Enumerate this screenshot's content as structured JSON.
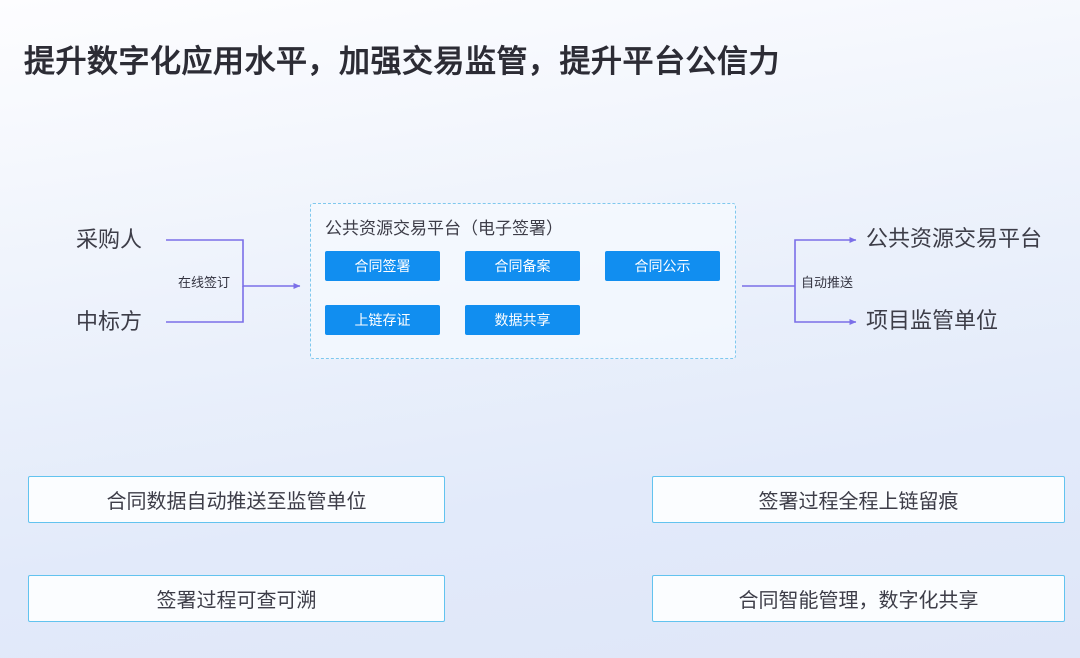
{
  "slide": {
    "title": "提升数字化应用水平，加强交易监管，提升平台公信力",
    "background_top_color": "#fdfdff",
    "background_bottom_color": "#dfe6f8"
  },
  "diagram": {
    "connector_color": "#7b6fe8",
    "inputs": [
      {
        "label": "采购人"
      },
      {
        "label": "中标方"
      }
    ],
    "input_edge_caption": "在线签订",
    "panel": {
      "title": "公共资源交易平台（电子签署）",
      "border_color": "#7fc8ee",
      "chip_color": "#118ef0",
      "chip_rows": [
        [
          "合同签署",
          "合同备案",
          "合同公示"
        ],
        [
          "上链存证",
          "数据共享"
        ]
      ]
    },
    "output_edge_caption": "自动推送",
    "outputs": [
      {
        "label": "公共资源交易平台"
      },
      {
        "label": "项目监管单位"
      }
    ]
  },
  "benefits": {
    "border_color": "#62c3ef",
    "items": [
      {
        "text": "合同数据自动推送至监管单位"
      },
      {
        "text": "签署过程全程上链留痕"
      },
      {
        "text": "签署过程可查可溯"
      },
      {
        "text": "合同智能管理，数字化共享"
      }
    ]
  }
}
